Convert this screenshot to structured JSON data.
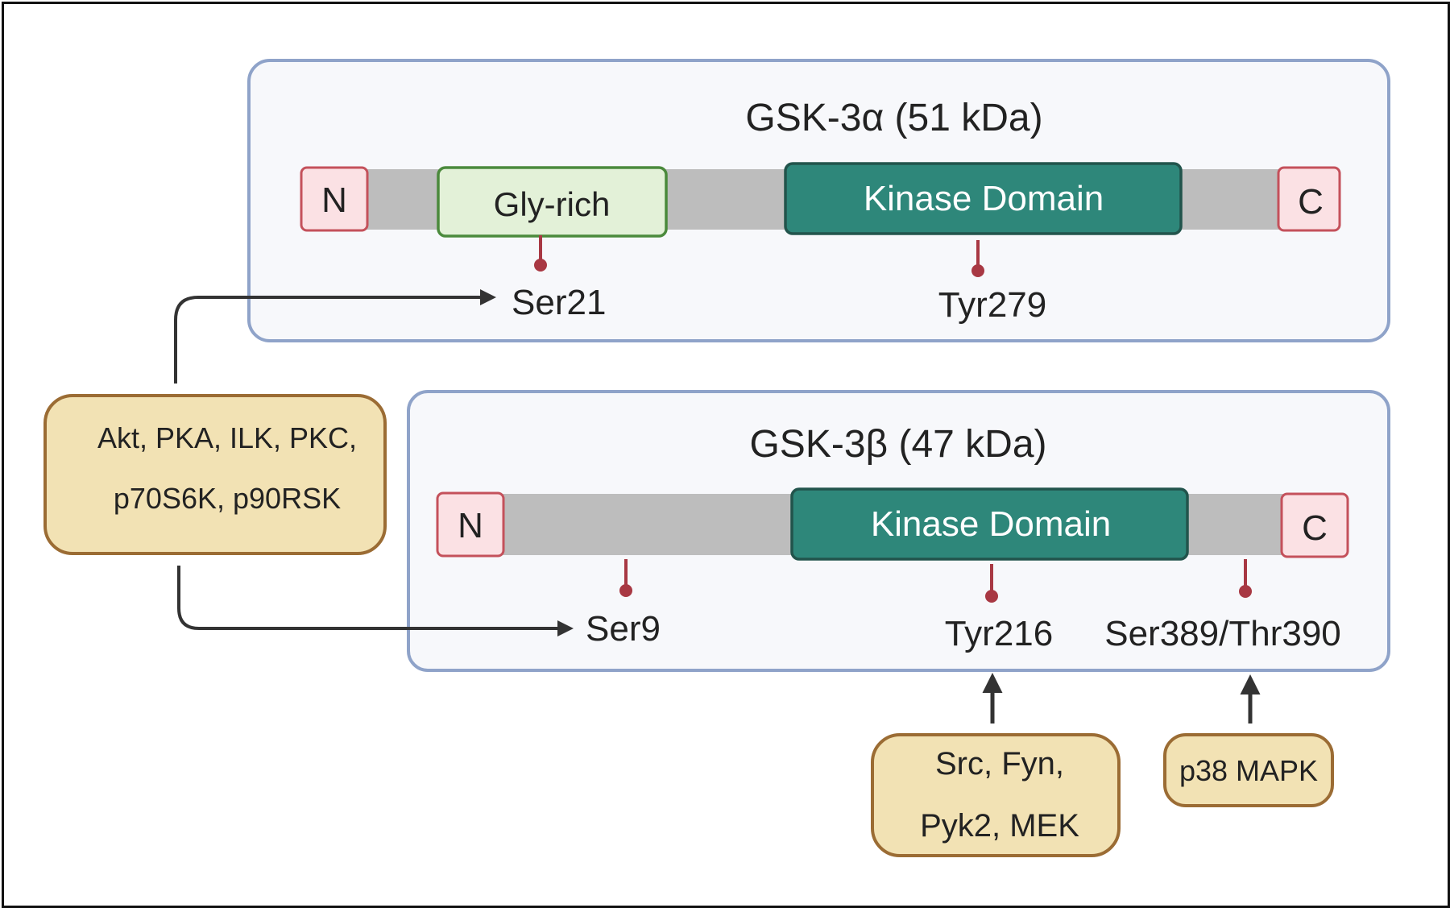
{
  "colors": {
    "panel_border": "#8fa3c9",
    "panel_fill": "#f7f8fb",
    "backbone": "#bdbdbd",
    "kinase_fill": "#2e877a",
    "kinase_border": "#22544c",
    "gly_fill": "#e3f1d8",
    "gly_border": "#4b8a3c",
    "terminus_fill": "#fbe1e4",
    "terminus_border": "#c4515b",
    "phospho_site": "#a83843",
    "kinase_box_fill": "#f2e2b4",
    "kinase_box_border": "#9b6c34",
    "arrow": "#333333"
  },
  "isoforms": {
    "alpha": {
      "title": "GSK-3α (51 kDa)",
      "n_terminus": "N",
      "c_terminus": "C",
      "gly_rich": "Gly-rich",
      "kinase_domain": "Kinase Domain",
      "sites": [
        "Ser21",
        "Tyr279"
      ]
    },
    "beta": {
      "title": "GSK-3β (47 kDa)",
      "n_terminus": "N",
      "c_terminus": "C",
      "kinase_domain": "Kinase Domain",
      "sites": [
        "Ser9",
        "Tyr216",
        "Ser389/Thr390"
      ]
    }
  },
  "upstream_kinases": {
    "akt_group": {
      "line1": "Akt, PKA, ILK, PKC,",
      "line2": "p70S6K, p90RSK"
    },
    "src_group": {
      "line1": "Src, Fyn,",
      "line2": "Pyk2, MEK"
    },
    "p38_group": {
      "line1": "p38 MAPK"
    }
  }
}
